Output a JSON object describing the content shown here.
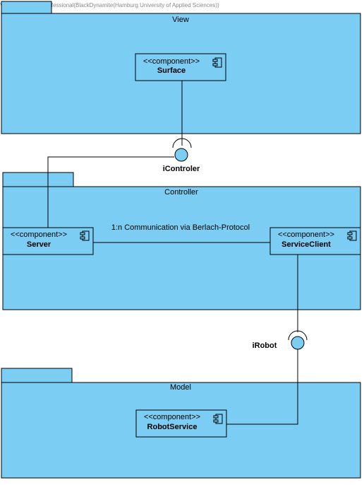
{
  "watermark": "Visual Paradigm Professional(BlackDynamite(Hamburg University of Applied Sciences))",
  "colors": {
    "package_fill": "#7ccdf4",
    "stroke": "#000000"
  },
  "packages": {
    "view": {
      "title": "View"
    },
    "controller": {
      "title": "Controller"
    },
    "model": {
      "title": "Model"
    }
  },
  "components": {
    "surface": {
      "stereotype": "<<component>>",
      "name": "Surface"
    },
    "server": {
      "stereotype": "<<component>>",
      "name": "Server"
    },
    "service_client": {
      "stereotype": "<<component>>",
      "name": "ServiceClient"
    },
    "robot_service": {
      "stereotype": "<<component>>",
      "name": "RobotService"
    }
  },
  "interfaces": {
    "icontroler": {
      "label": "iControler"
    },
    "irobot": {
      "label": "iRobot"
    }
  },
  "associations": {
    "server_client": {
      "label": "1:n Communication via Berlach-Protocol"
    }
  }
}
